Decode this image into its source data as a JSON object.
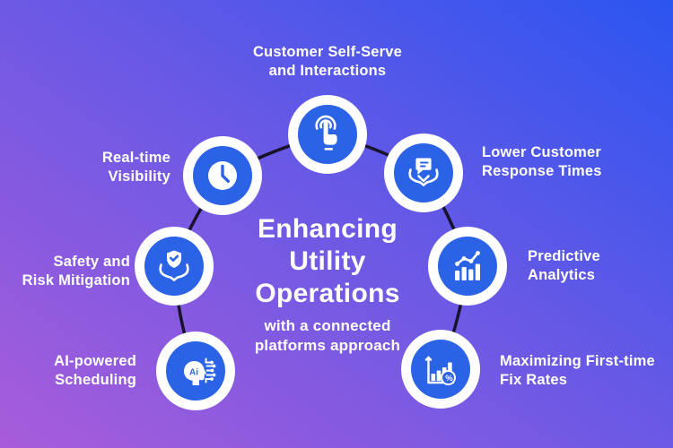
{
  "title": {
    "heading": "Enhancing\nUtility\nOperations",
    "subheading": "with a connected\nplatforms approach"
  },
  "nodes": [
    {
      "id": "customer-self-serve",
      "label": "Customer Self-Serve\nand Interactions",
      "icon": "tap-icon"
    },
    {
      "id": "lower-customer-response-times",
      "label": "Lower Customer\nResponse Times",
      "icon": "hands-message-icon"
    },
    {
      "id": "predictive-analytics",
      "label": "Predictive\nAnalytics",
      "icon": "trend-bar-chart-icon"
    },
    {
      "id": "maximizing-first-time-fix-rates",
      "label": "Maximizing First-time\nFix Rates",
      "icon": "bar-chart-percent-icon",
      "icon_text": "%"
    },
    {
      "id": "ai-powered-scheduling",
      "label": "AI-powered\nScheduling",
      "icon": "ai-head-icon",
      "icon_text": "Ai"
    },
    {
      "id": "safety-and-risk-mitigation",
      "label": "Safety and\nRisk Mitigation",
      "icon": "shield-hands-icon"
    },
    {
      "id": "real-time-visibility",
      "label": "Real-time\nVisibility",
      "icon": "clock-icon"
    }
  ],
  "theme": {
    "background_gradient_start": "#a85cda",
    "background_gradient_end": "#2b55f0",
    "badge_ring": "#ffffff",
    "badge_fill": "#2b63e6",
    "connector": "#18132a",
    "text": "#ffffff"
  }
}
